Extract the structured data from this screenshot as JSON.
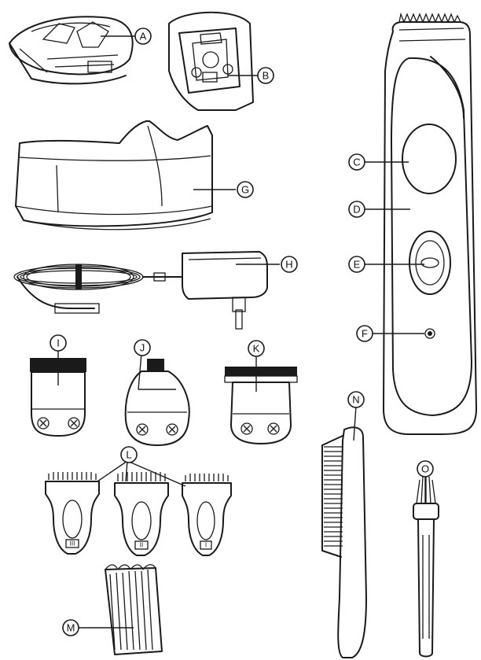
{
  "callouts": {
    "A": "A",
    "B": "B",
    "C": "C",
    "D": "D",
    "E": "E",
    "F": "F",
    "G": "G",
    "H": "H",
    "I": "I",
    "J": "J",
    "K": "K",
    "L": "L",
    "M": "M",
    "N": "N",
    "O": "O"
  },
  "parts": [
    {
      "id": "A",
      "icon": "charging-stand-top-view"
    },
    {
      "id": "B",
      "icon": "battery-compartment"
    },
    {
      "id": "C",
      "icon": "clipper-grip-panel"
    },
    {
      "id": "D",
      "icon": "clipper-body"
    },
    {
      "id": "E",
      "icon": "power-switch"
    },
    {
      "id": "F",
      "icon": "charge-indicator-light"
    },
    {
      "id": "G",
      "icon": "charging-base"
    },
    {
      "id": "H",
      "icon": "ac-adapter"
    },
    {
      "id": "I",
      "icon": "wide-blade-head"
    },
    {
      "id": "J",
      "icon": "narrow-blade-head"
    },
    {
      "id": "K",
      "icon": "t-blade-head"
    },
    {
      "id": "L",
      "icon": "guide-combs"
    },
    {
      "id": "M",
      "icon": "long-guide-comb"
    },
    {
      "id": "N",
      "icon": "styling-comb"
    },
    {
      "id": "O",
      "icon": "cleaning-brush"
    }
  ],
  "guide_comb_marks": [
    "III",
    "II",
    "I"
  ],
  "colors": {
    "ink": "#1a1a1a",
    "paper": "#ffffff"
  }
}
